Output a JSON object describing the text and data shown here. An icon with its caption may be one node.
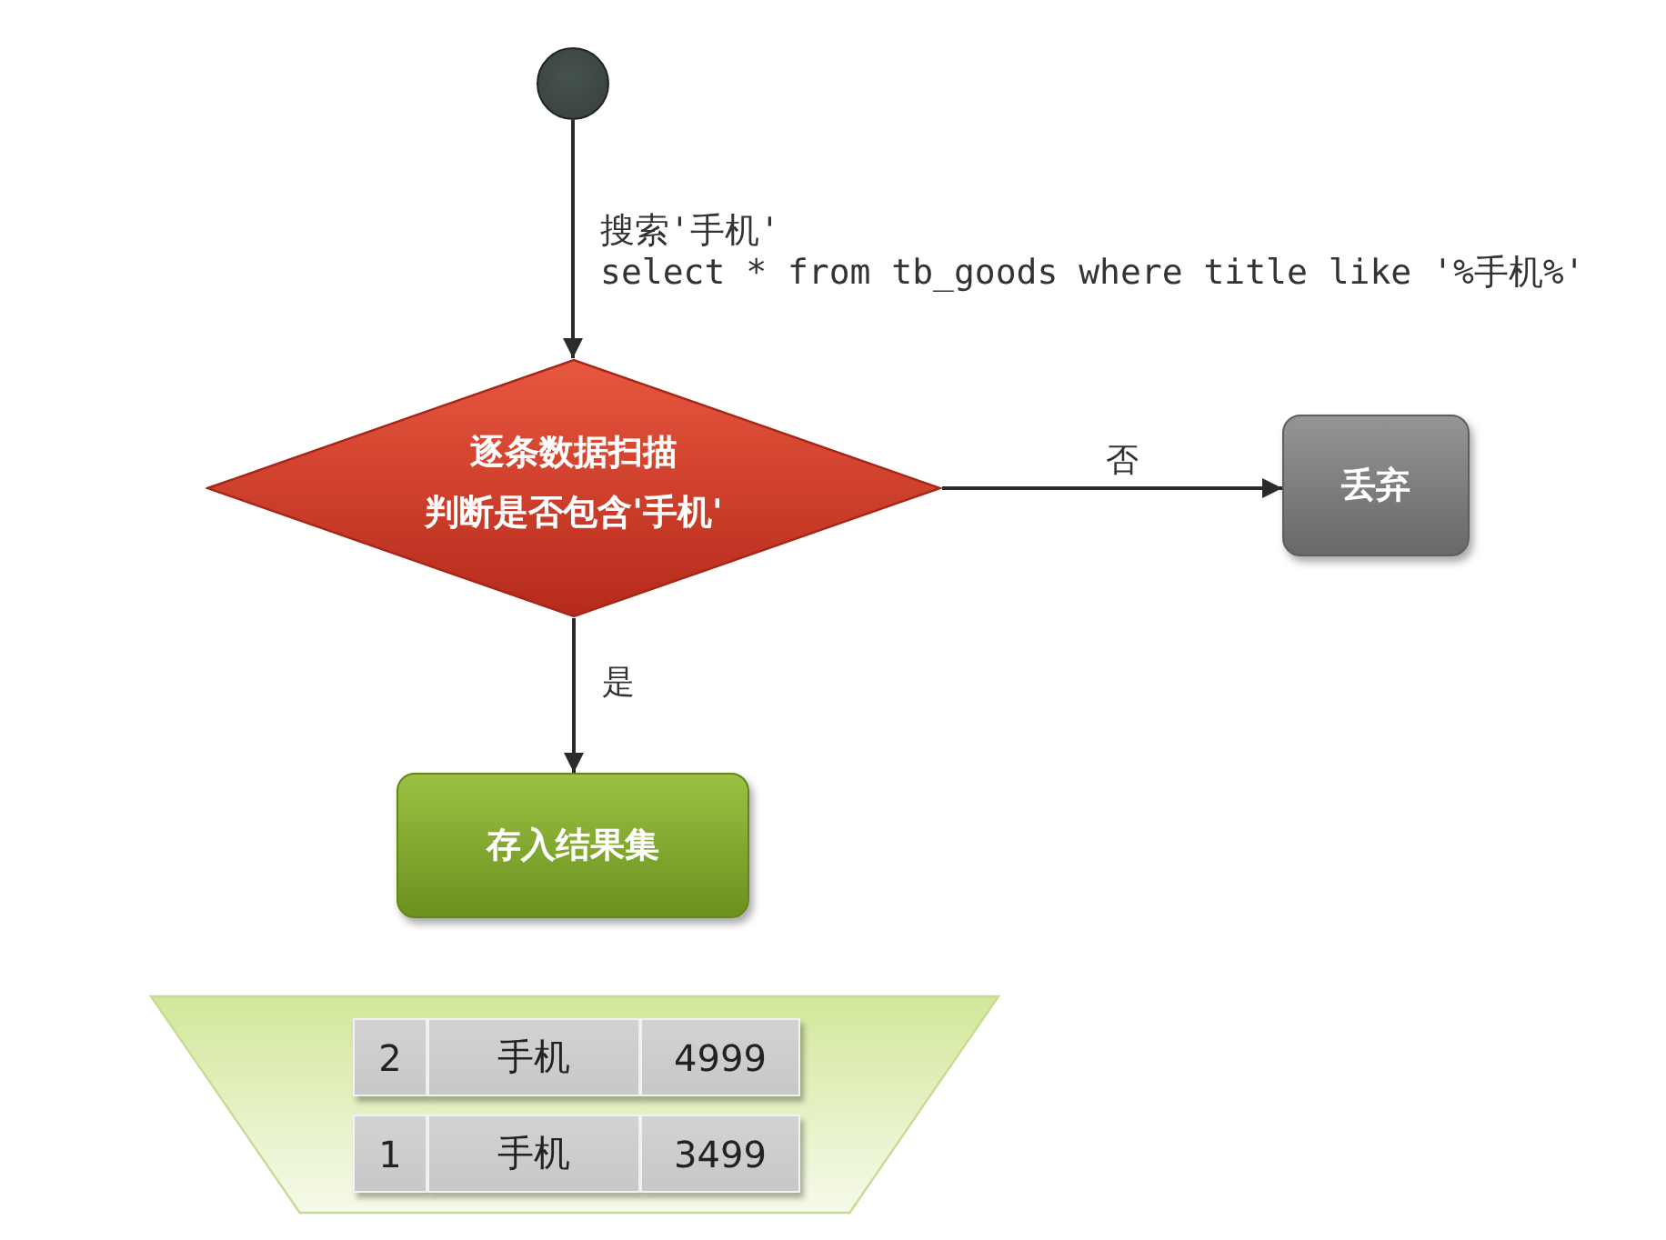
{
  "diagram": {
    "nodes": [
      {
        "text": [],
        "shape": "circle"
      },
      {
        "text": [
          "逐条数据扫描",
          "判断是否包含'手机'"
        ]
      },
      {
        "text": [
          "丢弃"
        ]
      },
      {
        "text": [
          "存入结果集"
        ]
      },
      {
        "text": [],
        "shape": "trapezoid"
      },
      {
        "text": [
          "2"
        ],
        "in": 4
      },
      {
        "text": [
          "手机"
        ],
        "in": 4
      },
      {
        "text": [
          "4999"
        ],
        "in": 4
      },
      {
        "text": [
          "1"
        ],
        "in": 4
      },
      {
        "text": [
          "手机"
        ],
        "in": 4
      },
      {
        "text": [
          "3499"
        ],
        "in": 4
      }
    ],
    "edges": [
      {
        "from": 0,
        "to": 1,
        "arrow": "to",
        "label": "搜索'手机'"
      },
      {
        "from": 1,
        "to": 2,
        "arrow": "to",
        "label": "否"
      },
      {
        "from": 1,
        "to": 3,
        "arrow": "to",
        "label": "是"
      }
    ],
    "labels": [
      "select * from tb_goods where title like '%手机%'"
    ]
  }
}
